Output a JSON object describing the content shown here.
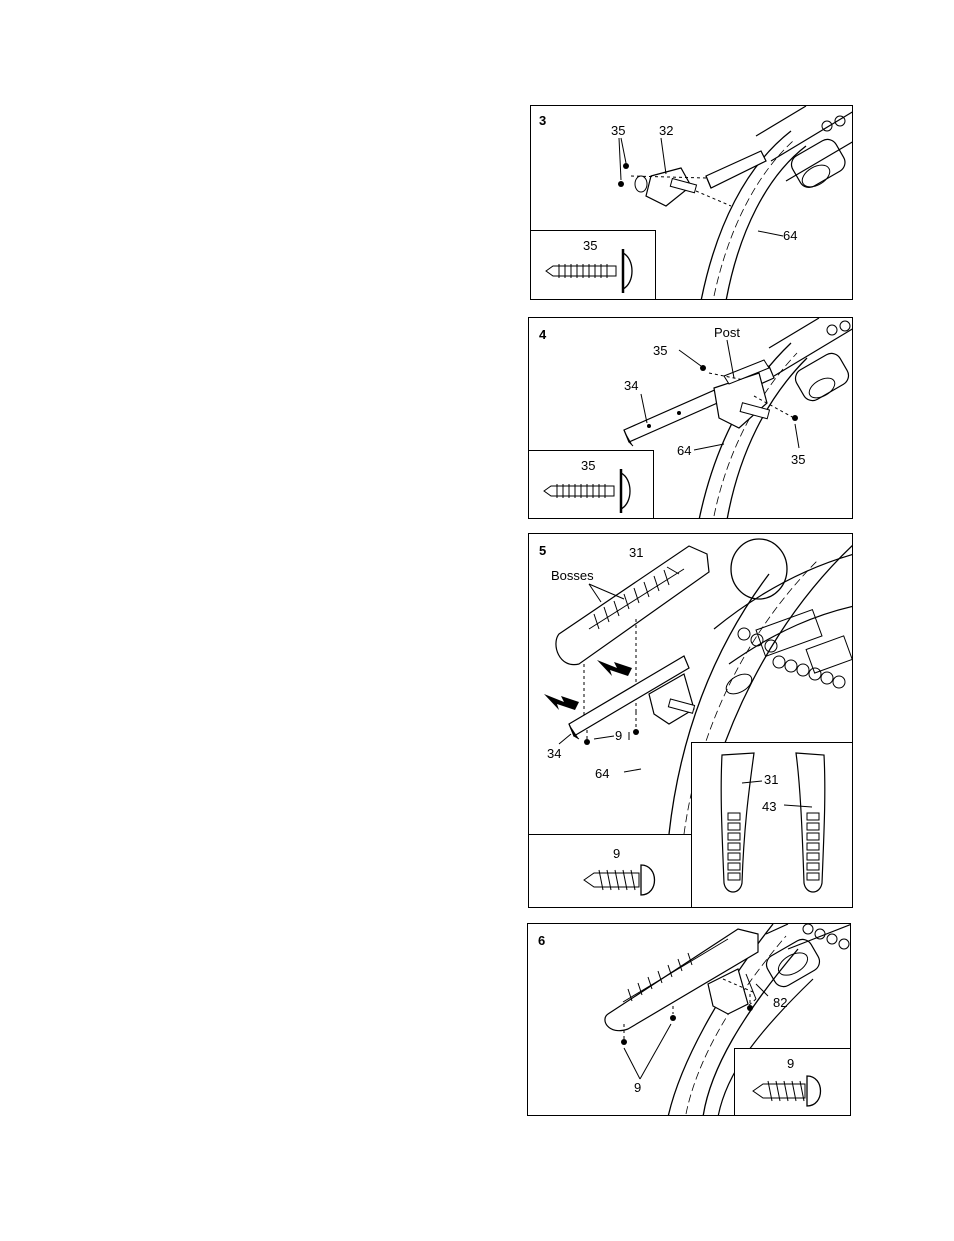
{
  "steps": [
    {
      "number": "3",
      "labels": {
        "screw": "35",
        "bracket": "32",
        "upright": "64",
        "inset_screw": "35"
      }
    },
    {
      "number": "4",
      "labels": {
        "post": "Post",
        "screw_top": "35",
        "arm": "34",
        "upright": "64",
        "screw_right": "35",
        "inset_screw": "35"
      }
    },
    {
      "number": "5",
      "labels": {
        "grip": "31",
        "bosses": "Bosses",
        "screw": "9",
        "arm": "34",
        "upright": "64",
        "inset_screw": "9",
        "left_grip": "31",
        "right_grip": "43"
      }
    },
    {
      "number": "6",
      "labels": {
        "cap": "82",
        "screws": "9",
        "inset_screw": "9"
      }
    }
  ],
  "icons": {
    "screw_35": "self-tapping-screw-icon",
    "screw_9": "pan-head-screw-icon",
    "arrow": "black-arrow-icon"
  }
}
